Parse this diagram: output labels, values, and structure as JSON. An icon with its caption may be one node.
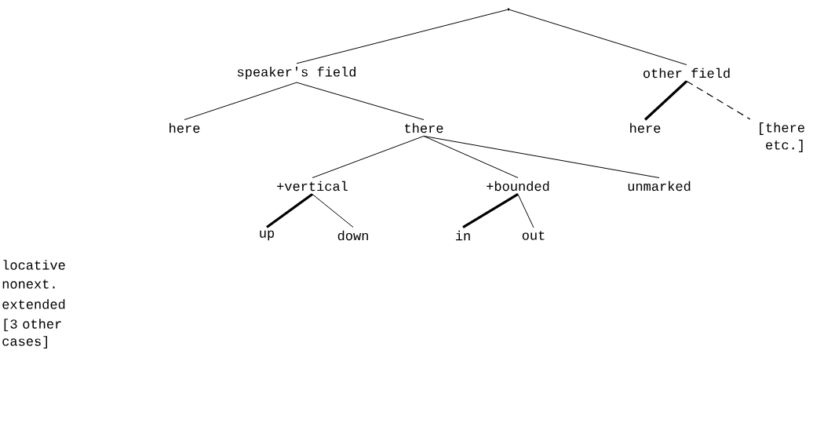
{
  "diagram": {
    "nodes": [
      {
        "text": [],
        "shape": "point"
      },
      {
        "text": [
          "speaker's field"
        ]
      },
      {
        "text": [
          "other field"
        ]
      },
      {
        "text": [
          "here"
        ]
      },
      {
        "text": [
          "there"
        ]
      },
      {
        "text": [
          "here"
        ]
      },
      {
        "text": [
          "[there etc.]"
        ]
      },
      {
        "text": [
          "+vertical"
        ]
      },
      {
        "text": [
          "+bounded"
        ]
      },
      {
        "text": [
          "unmarked"
        ]
      },
      {
        "text": [
          "up"
        ]
      },
      {
        "text": [
          "down"
        ]
      },
      {
        "text": [
          "in"
        ]
      },
      {
        "text": [
          "out"
        ]
      }
    ],
    "edges": [
      {
        "from": 0,
        "to": 1,
        "arrow": "none"
      },
      {
        "from": 0,
        "to": 2,
        "arrow": "none"
      },
      {
        "from": 1,
        "to": 3,
        "arrow": "none"
      },
      {
        "from": 1,
        "to": 4,
        "arrow": "none"
      },
      {
        "from": 2,
        "to": 5,
        "arrow": "none",
        "style": "thick"
      },
      {
        "from": 2,
        "to": 6,
        "arrow": "none",
        "style": "dashed"
      },
      {
        "from": 4,
        "to": 7,
        "arrow": "none"
      },
      {
        "from": 4,
        "to": 8,
        "arrow": "none"
      },
      {
        "from": 4,
        "to": 9,
        "arrow": "none"
      },
      {
        "from": 7,
        "to": 10,
        "arrow": "none",
        "style": "thick"
      },
      {
        "from": 7,
        "to": 11,
        "arrow": "none"
      },
      {
        "from": 8,
        "to": 12,
        "arrow": "none",
        "style": "thick"
      },
      {
        "from": 8,
        "to": 13,
        "arrow": "none"
      }
    ],
    "labels": [
      "locative",
      "nonext.",
      "extended",
      "[3 other cases]"
    ]
  }
}
